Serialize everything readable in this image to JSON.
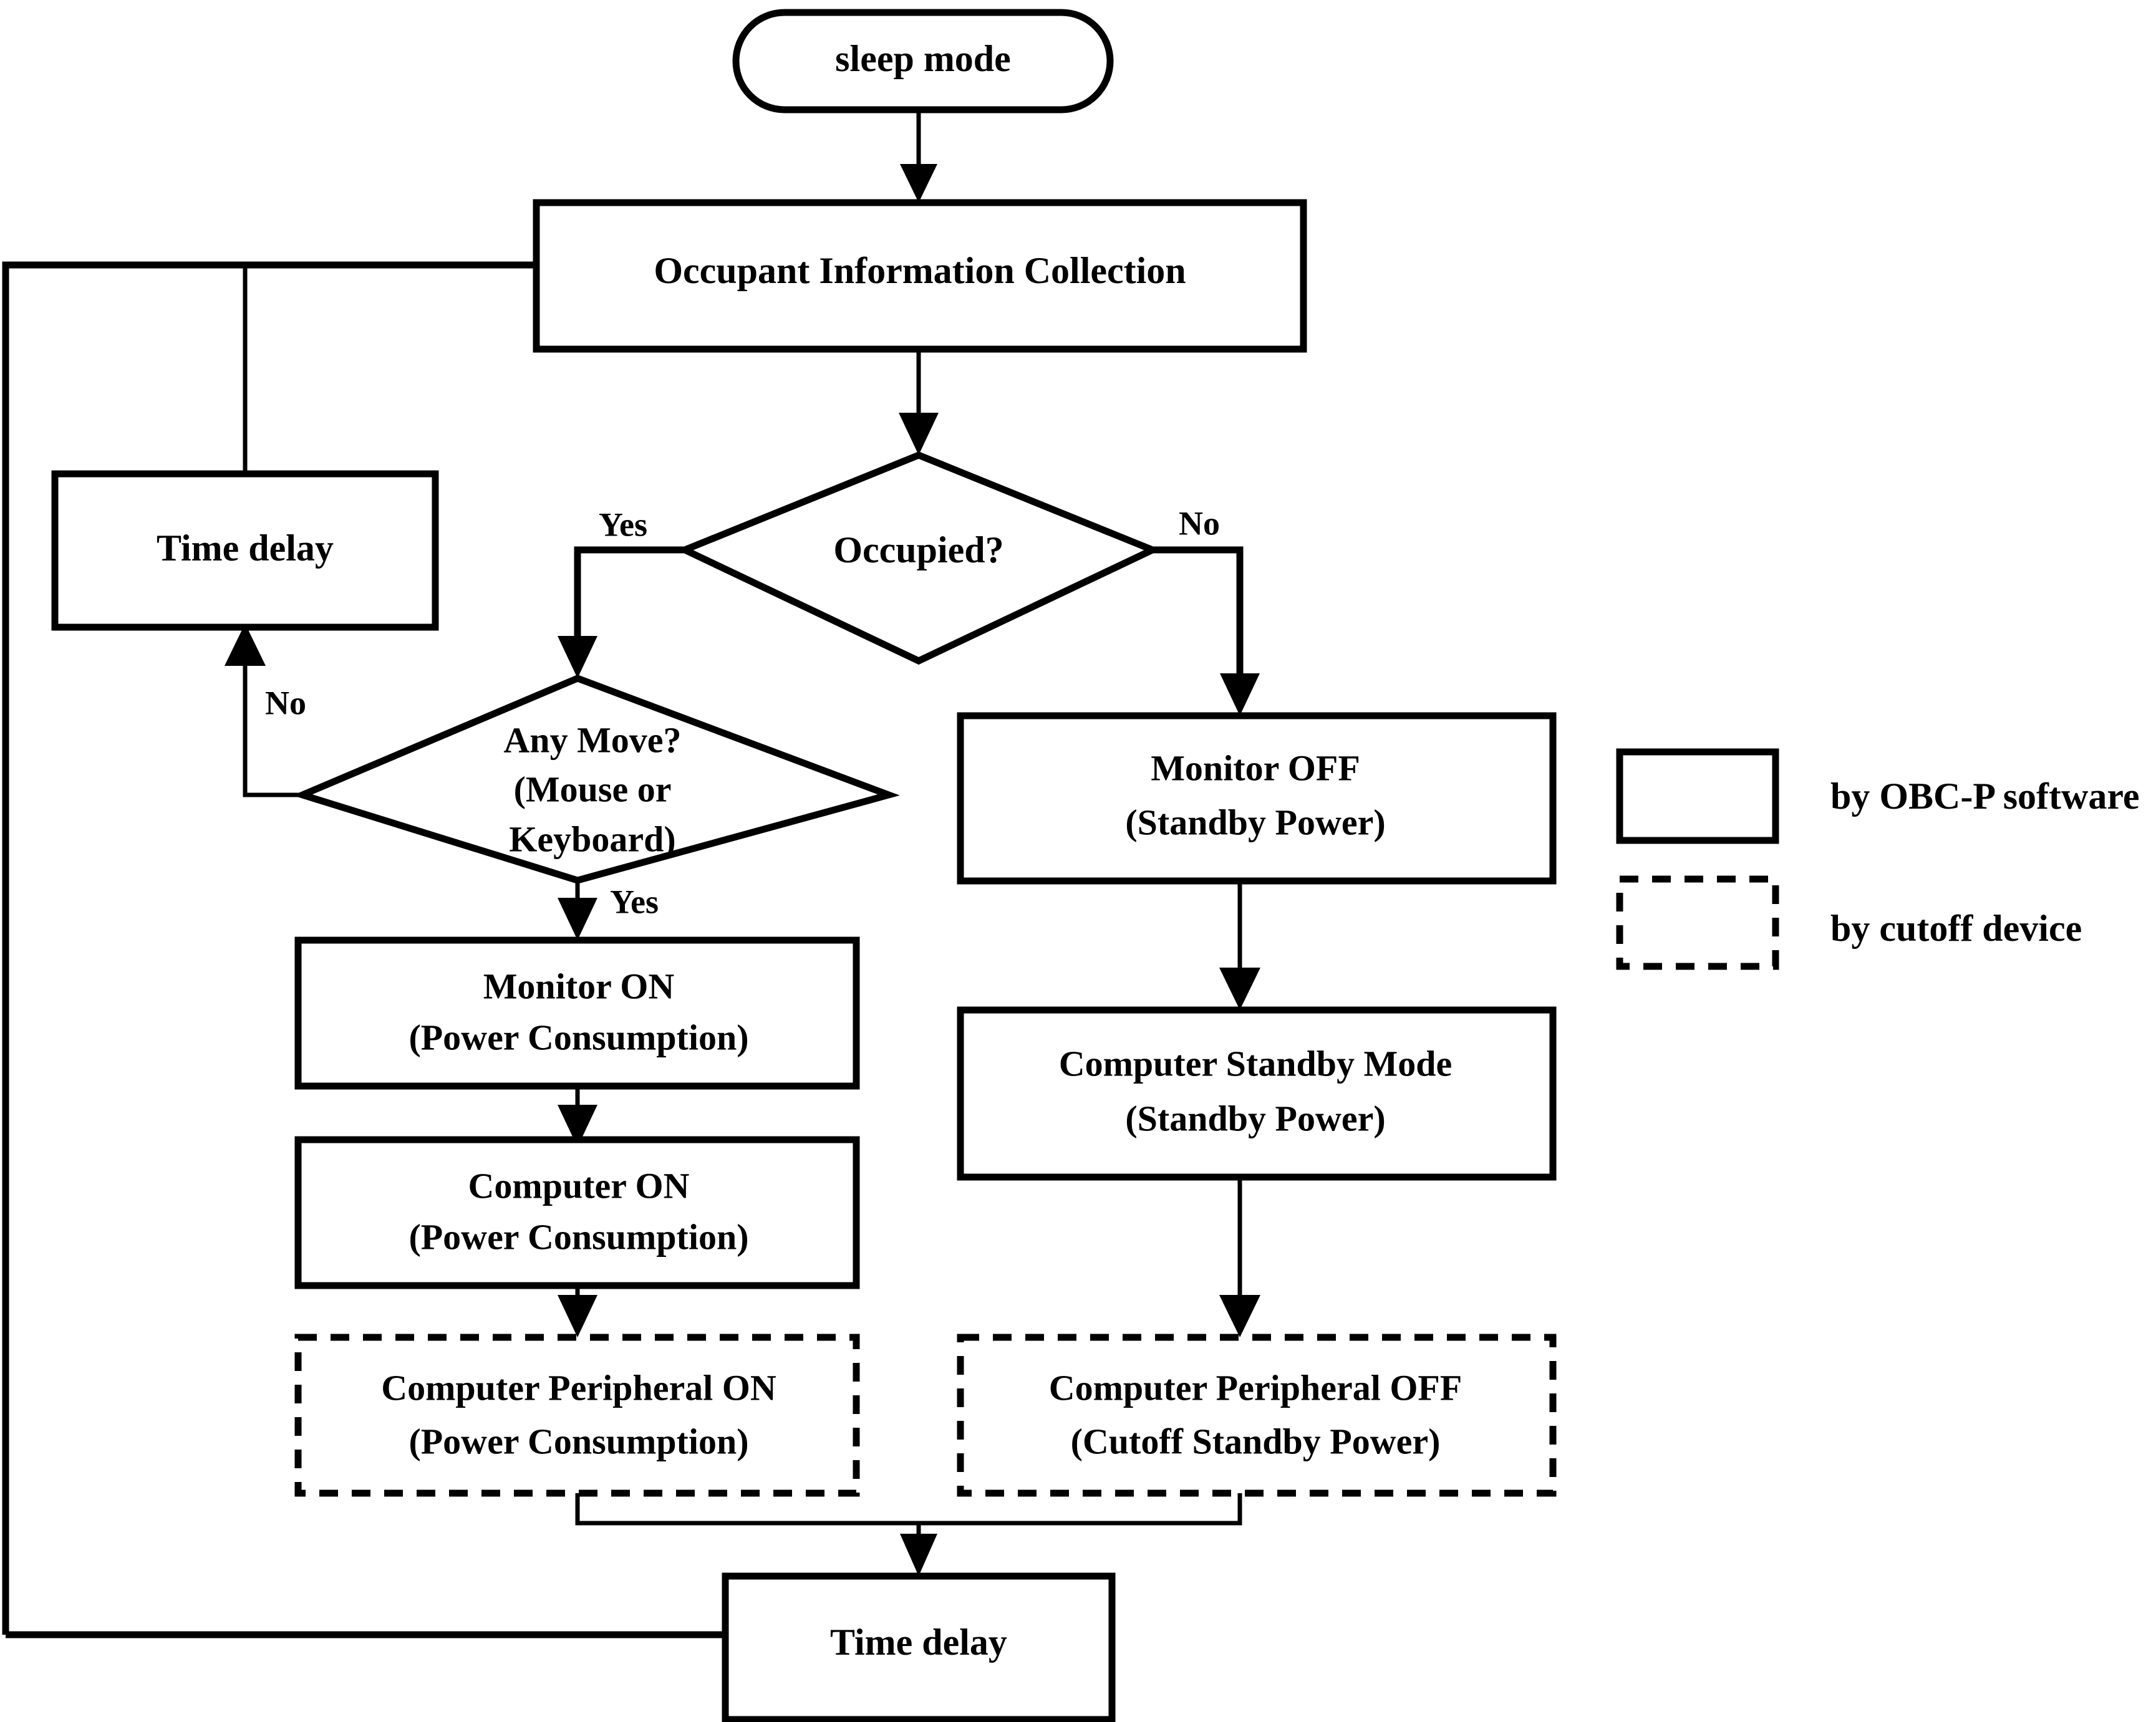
{
  "diagram": {
    "title": "Sleep mode occupancy-based power control flowchart",
    "background_color": "#ffffff",
    "line_color": "#000000"
  },
  "nodes": {
    "start": {
      "label": "sleep mode",
      "shape": "terminator-rounded",
      "style": "solid"
    },
    "collection": {
      "label": "Occupant Information Collection",
      "shape": "process-rectangle",
      "style": "solid"
    },
    "occupied": {
      "label": "Occupied?",
      "shape": "decision-diamond",
      "style": "solid"
    },
    "any_move": {
      "line1": "Any Move?",
      "line2": "(Mouse or",
      "line3": "Keyboard)",
      "shape": "decision-diamond",
      "style": "solid"
    },
    "time_delay_left": {
      "label": "Time delay",
      "shape": "process-rectangle",
      "style": "solid"
    },
    "monitor_on": {
      "line1": "Monitor ON",
      "line2": "(Power Consumption)",
      "shape": "process-rectangle",
      "style": "solid"
    },
    "computer_on": {
      "line1": "Computer ON",
      "line2": "(Power Consumption)",
      "shape": "process-rectangle",
      "style": "solid"
    },
    "peripheral_on": {
      "line1": "Computer Peripheral ON",
      "line2": "(Power Consumption)",
      "shape": "process-rectangle",
      "style": "dashed"
    },
    "monitor_off": {
      "line1": "Monitor OFF",
      "line2": "(Standby Power)",
      "shape": "process-rectangle",
      "style": "solid"
    },
    "computer_standby": {
      "line1": "Computer Standby Mode",
      "line2": "(Standby Power)",
      "shape": "process-rectangle",
      "style": "solid"
    },
    "peripheral_off": {
      "line1": "Computer Peripheral OFF",
      "line2": "(Cutoff Standby Power)",
      "shape": "process-rectangle",
      "style": "dashed"
    },
    "time_delay_bottom": {
      "label": "Time delay",
      "shape": "process-rectangle",
      "style": "solid"
    }
  },
  "edge_labels": {
    "occupied_yes": "Yes",
    "occupied_no": "No",
    "any_move_no": "No",
    "any_move_yes": "Yes"
  },
  "legend": {
    "items": [
      {
        "swatch_style": "solid",
        "label": "by OBC-P software"
      },
      {
        "swatch_style": "dashed",
        "label": "by cutoff device"
      }
    ]
  }
}
